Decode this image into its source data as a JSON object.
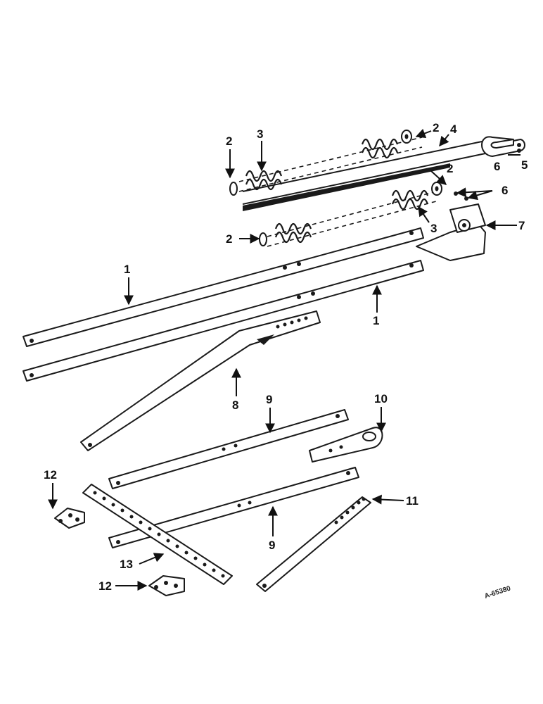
{
  "figure_id": "A-65380",
  "callouts": {
    "c1a": "1",
    "c1b": "1",
    "c2a": "2",
    "c2b": "2",
    "c2c": "2",
    "c2d": "2",
    "c3a": "3",
    "c3b": "3",
    "c4": "4",
    "c5": "5",
    "c6a": "6",
    "c6b": "6",
    "c7": "7",
    "c8": "8",
    "c9a": "9",
    "c9b": "9",
    "c10": "10",
    "c11": "11",
    "c12a": "12",
    "c12b": "12",
    "c13": "13"
  }
}
